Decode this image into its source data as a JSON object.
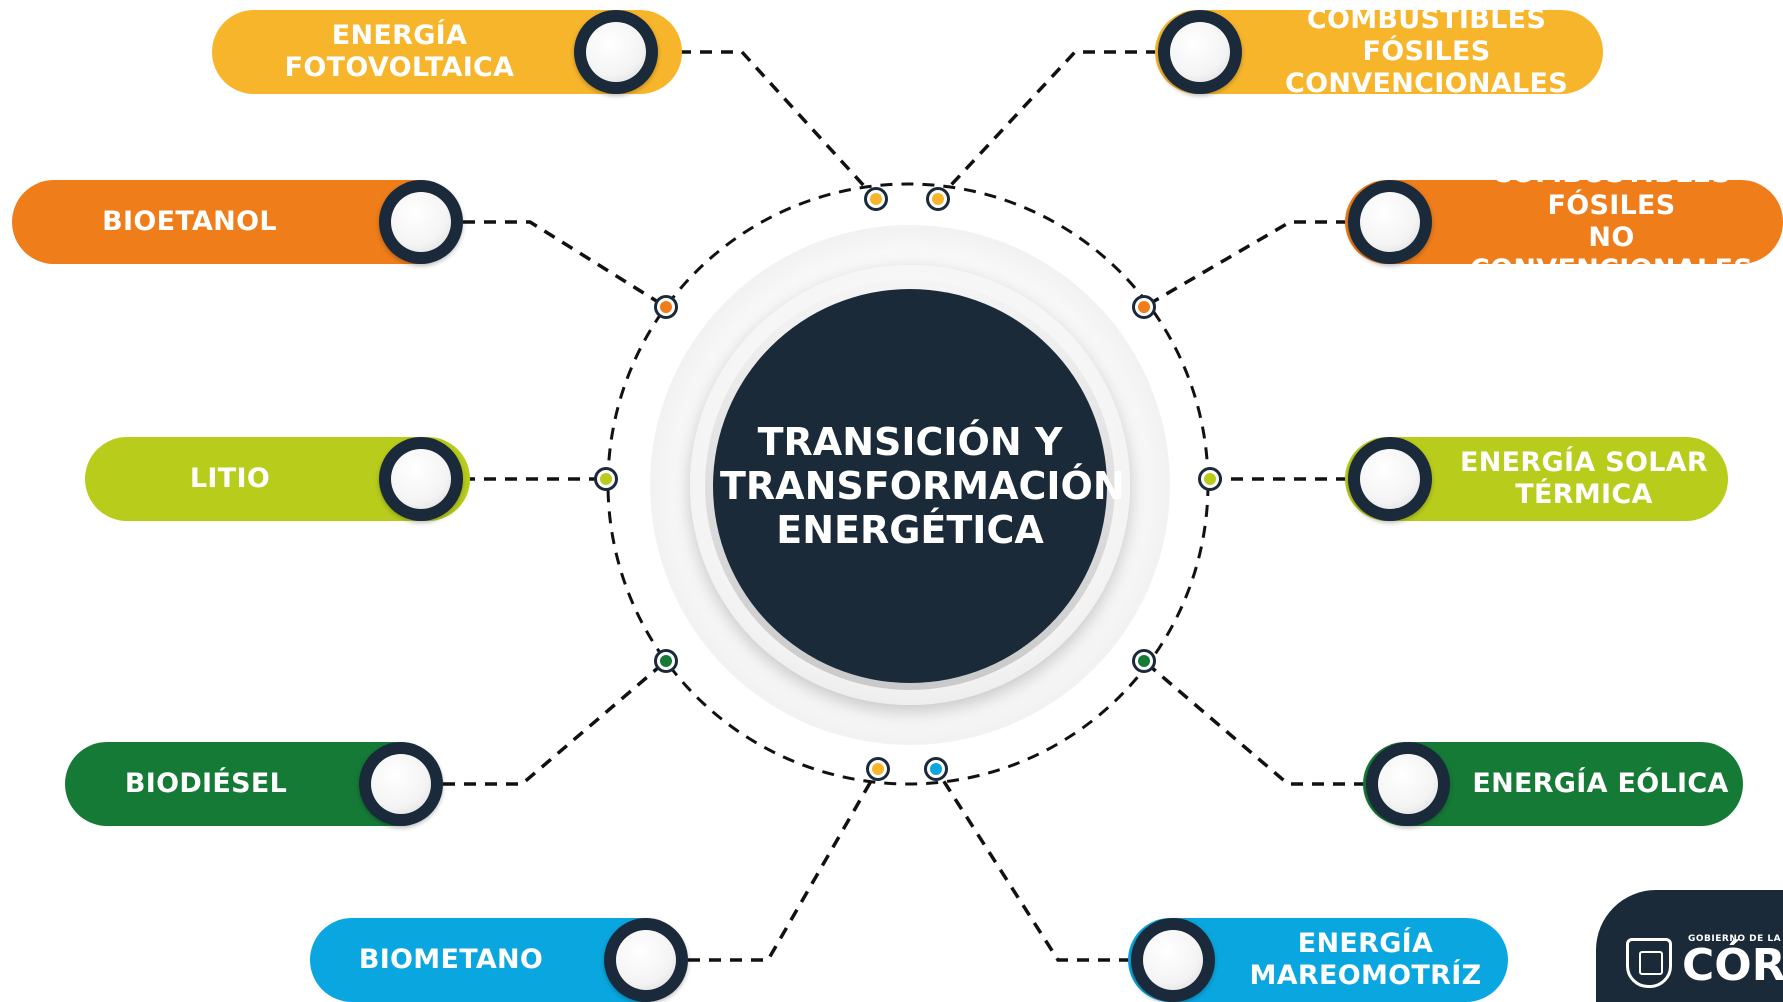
{
  "colors": {
    "yellow": "#f7b52b",
    "orange": "#ee7d1a",
    "lime": "#b8cc1b",
    "green": "#157a35",
    "blue": "#0aa6e0",
    "navy": "#1b2a38"
  },
  "center": {
    "lines": [
      "TRANSICIÓN Y",
      "TRANSFORMACIÓN",
      "ENERGÉTICA"
    ]
  },
  "nodes": [
    {
      "id": "energia-fotovoltaica",
      "lines": [
        "ENERGÍA",
        "FOTOVOLTAICA"
      ],
      "color": "yellow",
      "side": "left"
    },
    {
      "id": "bioetanol",
      "lines": [
        "BIOETANOL"
      ],
      "color": "orange",
      "side": "left"
    },
    {
      "id": "litio",
      "lines": [
        "LITIO"
      ],
      "color": "lime",
      "side": "left"
    },
    {
      "id": "biodiesel",
      "lines": [
        "BIODIÉSEL"
      ],
      "color": "green",
      "side": "left"
    },
    {
      "id": "biometano",
      "lines": [
        "BIOMETANO"
      ],
      "color": "blue",
      "side": "left"
    },
    {
      "id": "combustibles-fosiles-convencionales",
      "lines": [
        "COMBUSTIBLES FÓSILES",
        "CONVENCIONALES"
      ],
      "color": "yellow",
      "side": "right"
    },
    {
      "id": "combustibles-fosiles-no-convencionales",
      "lines": [
        "COMBUSTIBLES FÓSILES",
        "NO CONVENCIONALES"
      ],
      "color": "orange",
      "side": "right"
    },
    {
      "id": "energia-solar-termica",
      "lines": [
        "ENERGÍA SOLAR",
        "TÉRMICA"
      ],
      "color": "lime",
      "side": "right"
    },
    {
      "id": "energia-eolica",
      "lines": [
        "ENERGÍA EÓLICA"
      ],
      "color": "green",
      "side": "right"
    },
    {
      "id": "energia-mareomotriz",
      "lines": [
        "ENERGÍA",
        "MAREOMOTRÍZ"
      ],
      "color": "blue",
      "side": "right"
    }
  ],
  "ring_dot_colors": [
    "yellow",
    "yellow",
    "orange",
    "orange",
    "lime",
    "lime",
    "green",
    "green",
    "yellow",
    "blue"
  ],
  "logo": {
    "small": "GOBIERNO DE LA PROVINCIA DE",
    "big": "CÓRDOBA"
  }
}
